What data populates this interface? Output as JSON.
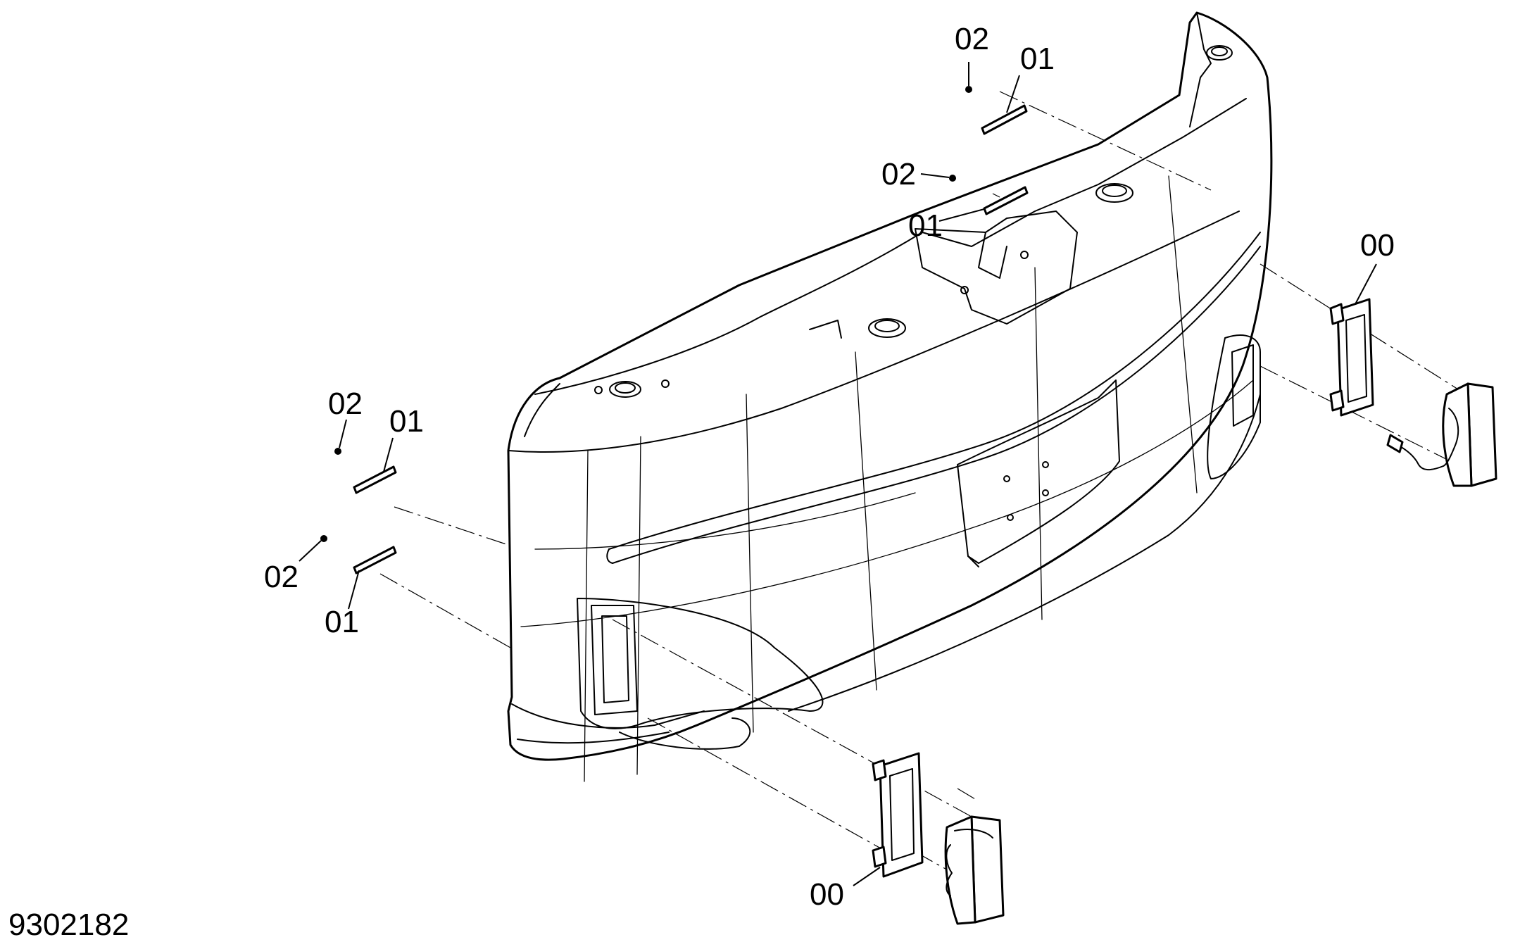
{
  "drawing": {
    "number": "9302182",
    "callouts": [
      {
        "id": "c-02-top",
        "label": "02"
      },
      {
        "id": "c-01-top",
        "label": "01"
      },
      {
        "id": "c-02-mid",
        "label": "02"
      },
      {
        "id": "c-01-mid",
        "label": "01"
      },
      {
        "id": "c-00-right",
        "label": "00"
      },
      {
        "id": "c-02-left-upper",
        "label": "02"
      },
      {
        "id": "c-01-left-upper",
        "label": "01"
      },
      {
        "id": "c-02-left-lower",
        "label": "02"
      },
      {
        "id": "c-01-left-lower",
        "label": "01"
      },
      {
        "id": "c-00-bottom",
        "label": "00"
      }
    ]
  }
}
